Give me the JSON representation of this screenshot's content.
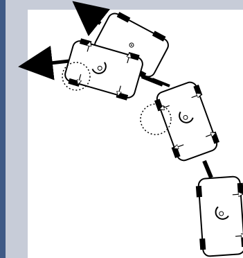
{
  "figure": {
    "subject": "vehicles-turning-robot-train",
    "units": [
      {
        "id": "unit-1",
        "marker": "wheel-direction-arrows"
      },
      {
        "id": "unit-2",
        "marker": "rotation-arrow-and-center-dot"
      },
      {
        "id": "unit-3",
        "marker": "rotation-arrow-and-center-dot"
      },
      {
        "id": "unit-4",
        "marker": "rotation-arrow-and-center-dot"
      }
    ],
    "annotations": [
      "dashed-circle-front-left",
      "dashed-circle-middle-left"
    ],
    "colors": {
      "background": "#c7ccd8",
      "canvas": "#ffffff",
      "stroke": "#000000",
      "sidebar": "#3f5a86"
    }
  }
}
